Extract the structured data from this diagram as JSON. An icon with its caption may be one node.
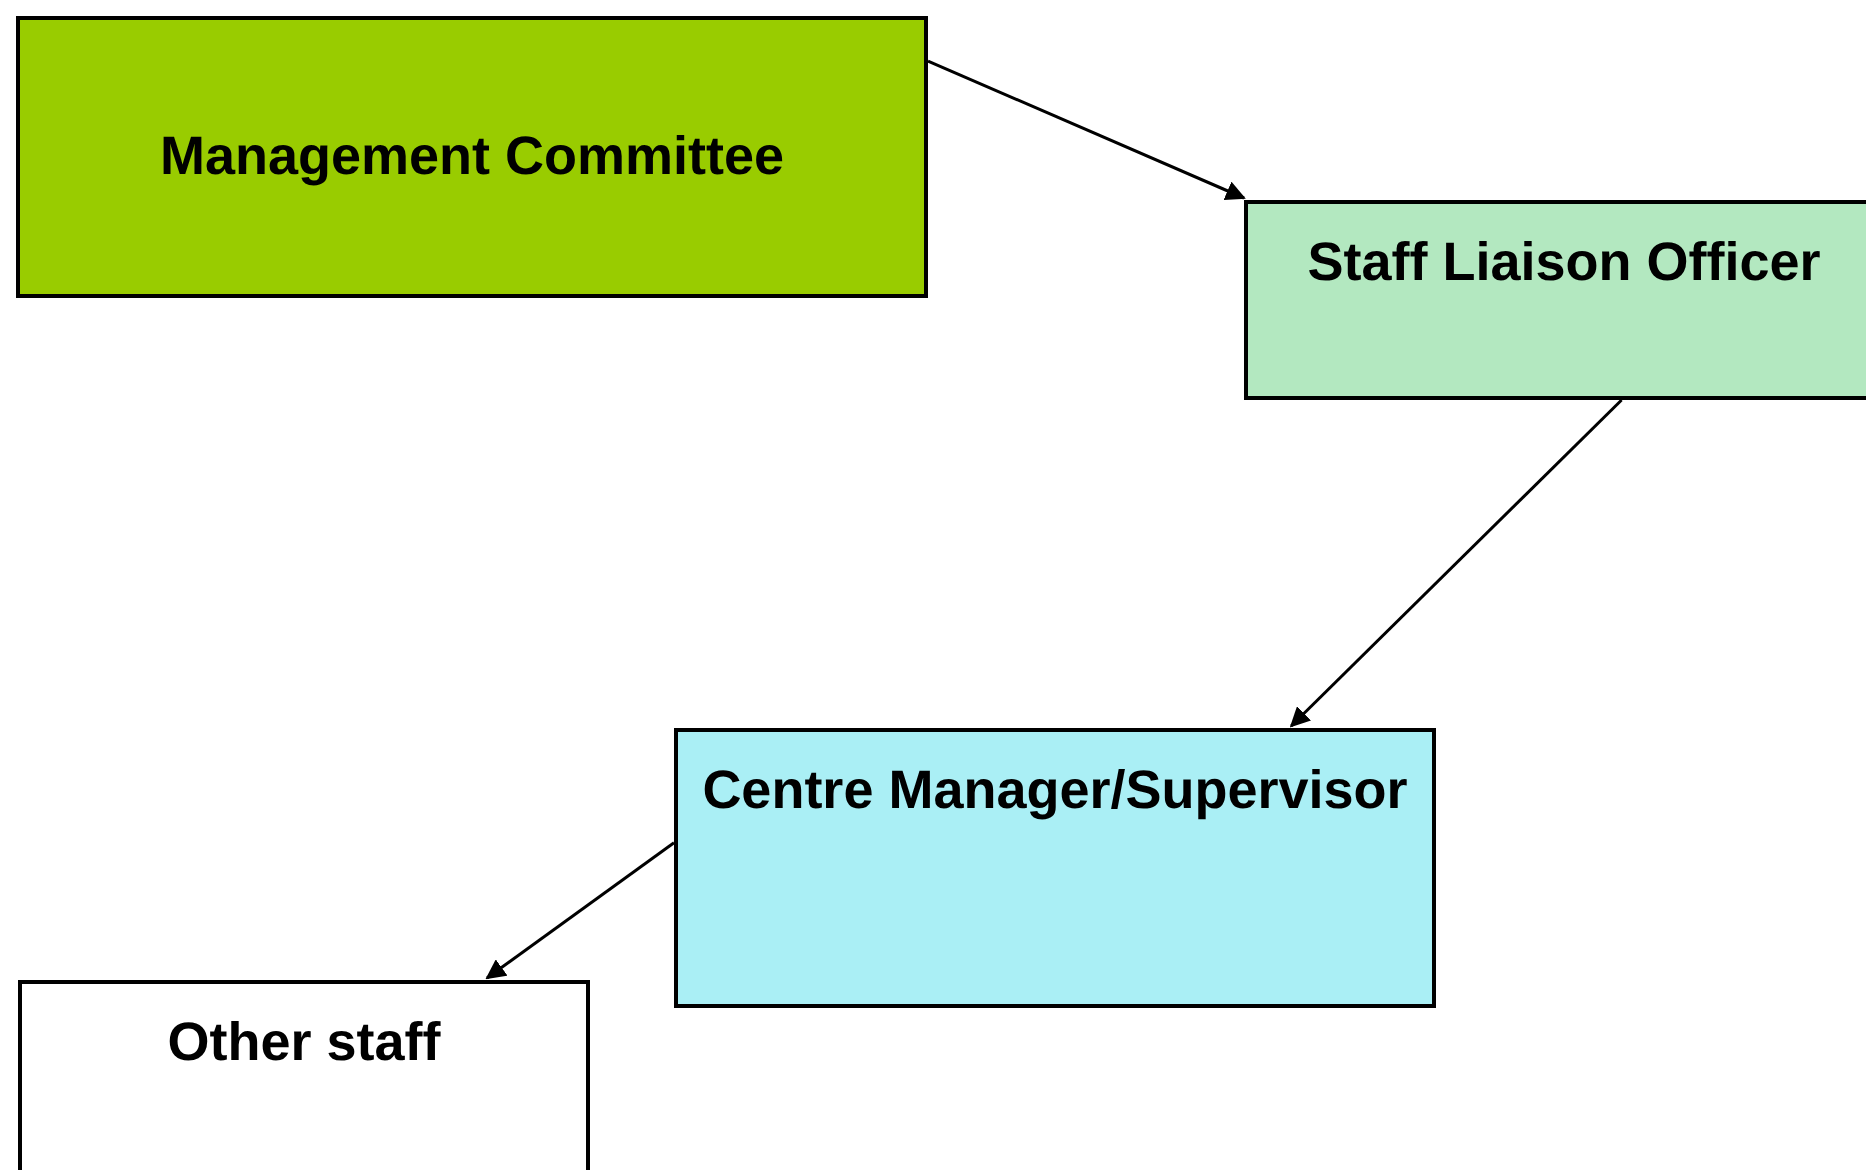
{
  "diagram": {
    "nodes": [
      {
        "text": [
          "Management Committee"
        ]
      },
      {
        "text": [
          "Staff Liaison Officer"
        ]
      },
      {
        "text": [
          "Centre Manager/Supervisor"
        ]
      },
      {
        "text": [
          "Other staff"
        ]
      }
    ],
    "edges": [
      {
        "from": 0,
        "to": 1,
        "arrow": "to"
      },
      {
        "from": 1,
        "to": 2,
        "arrow": "to"
      },
      {
        "from": 2,
        "to": 3,
        "arrow": "to"
      }
    ]
  }
}
